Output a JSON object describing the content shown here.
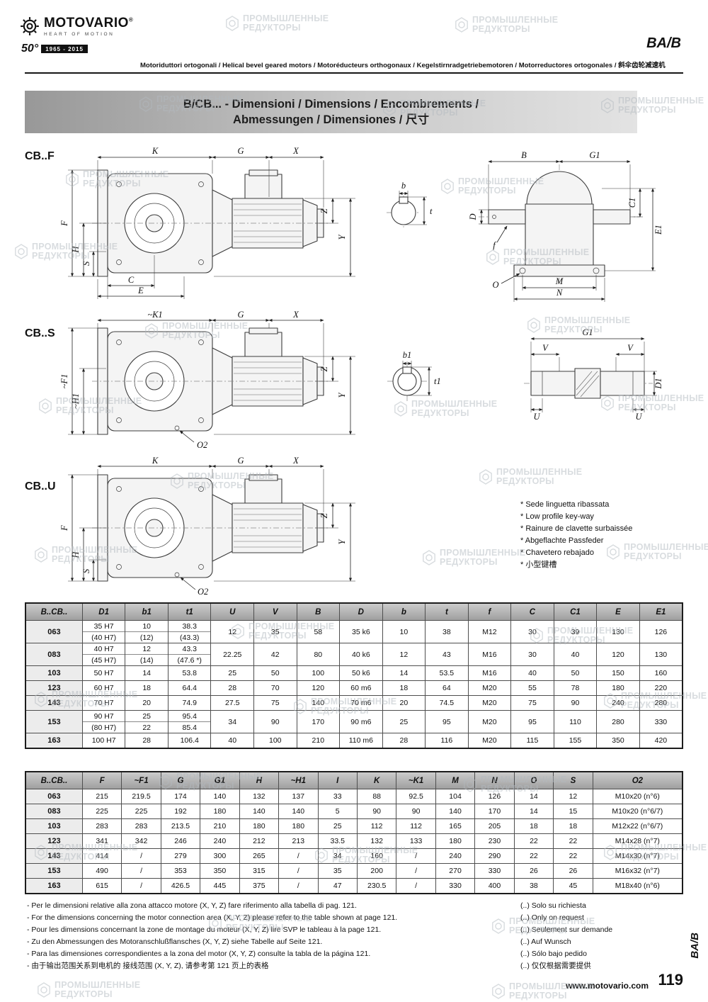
{
  "watermark": {
    "line1": "ПРОМЫШЛЕННЫЕ",
    "line2": "РЕДУКТОРЫ"
  },
  "header": {
    "brand": "MOTOVARIO",
    "brand_mark": "®",
    "brand_tagline": "HEART OF MOTION",
    "anniversary_badge": "50°",
    "anniversary_years": "1965 - 2015",
    "product_code": "BA/B",
    "subtitle": "Motoriduttori ortogonali / Helical bevel geared motors / Motoréducteurs orthogonaux / Kegelstirnradgetriebemotoren / Motorreductores ortogonales / 斜伞齿轮减速机"
  },
  "banner": {
    "line1": "B/CB... - Dimensioni / Dimensions / Encombrements /",
    "line2": "Abmessungen / Dimensiones / 尺寸"
  },
  "drawings": {
    "cbf": {
      "label": "CB..F",
      "dims": {
        "K": "K",
        "G": "G",
        "X": "X",
        "Y": "Y",
        "Z": "Z",
        "F": "F",
        "H": "H",
        "S": "S",
        "C": "C",
        "E": "E",
        "b": "b",
        "t": "t",
        "B": "B",
        "G1": "G1",
        "C1": "C1",
        "E1": "E1",
        "D": "D",
        "f": "f",
        "O": "O",
        "M": "M",
        "N": "N"
      }
    },
    "cbs": {
      "label": "CB..S",
      "dims": {
        "K1": "~K1",
        "G": "G",
        "X": "X",
        "Y": "Y",
        "Z": "Z",
        "F1": "~F1",
        "H1": "~H1",
        "O2": "O2",
        "b1": "b1",
        "t1": "t1",
        "G1": "G1",
        "V": "V",
        "U": "U",
        "D1": "D1"
      }
    },
    "cbu": {
      "label": "CB..U",
      "dims": {
        "K": "K",
        "G": "G",
        "X": "X",
        "Y": "Y",
        "Z": "Z",
        "F": "F",
        "H": "H",
        "S": "S",
        "O2": "O2"
      }
    }
  },
  "keyway_notes": [
    "* Sede linguetta ribassata",
    "* Low profile key-way",
    "* Rainure de clavette surbaissée",
    "* Abgeflachte Passfeder",
    "* Chavetero rebajado",
    "* 小型键槽"
  ],
  "table1": {
    "headers": [
      "B..CB..",
      "D1",
      "b1",
      "t1",
      "U",
      "V",
      "B",
      "D",
      "b",
      "t",
      "f",
      "C",
      "C1",
      "E",
      "E1"
    ],
    "rows": [
      {
        "label": "063",
        "cells": [
          [
            "35 H7",
            "(40 H7)"
          ],
          [
            "10",
            "(12)"
          ],
          [
            "38.3",
            "(43.3)"
          ],
          "12",
          "35",
          "58",
          "35 k6",
          "10",
          "38",
          "M12",
          "30",
          "39",
          "130",
          "126"
        ]
      },
      {
        "label": "083",
        "cells": [
          [
            "40 H7",
            "(45 H7)"
          ],
          [
            "12",
            "(14)"
          ],
          [
            "43.3",
            "(47.6 *)"
          ],
          "22.25",
          "42",
          "80",
          "40 k6",
          "12",
          "43",
          "M16",
          "30",
          "40",
          "120",
          "130"
        ]
      },
      {
        "label": "103",
        "cells": [
          "50 H7",
          "14",
          "53.8",
          "25",
          "50",
          "100",
          "50 k6",
          "14",
          "53.5",
          "M16",
          "40",
          "50",
          "150",
          "160"
        ]
      },
      {
        "label": "123",
        "cells": [
          "60 H7",
          "18",
          "64.4",
          "28",
          "70",
          "120",
          "60 m6",
          "18",
          "64",
          "M20",
          "55",
          "78",
          "180",
          "220"
        ]
      },
      {
        "label": "143",
        "cells": [
          "70 H7",
          "20",
          "74.9",
          "27.5",
          "75",
          "140",
          "70 m6",
          "20",
          "74.5",
          "M20",
          "75",
          "90",
          "240",
          "280"
        ]
      },
      {
        "label": "153",
        "cells": [
          [
            "90 H7",
            "(80 H7)"
          ],
          [
            "25",
            "22"
          ],
          [
            "95.4",
            "85.4"
          ],
          "34",
          "90",
          "170",
          "90 m6",
          "25",
          "95",
          "M20",
          "95",
          "110",
          "280",
          "330"
        ]
      },
      {
        "label": "163",
        "cells": [
          "100 H7",
          "28",
          "106.4",
          "40",
          "100",
          "210",
          "110 m6",
          "28",
          "116",
          "M20",
          "115",
          "155",
          "350",
          "420"
        ]
      }
    ]
  },
  "table2": {
    "headers": [
      "B..CB..",
      "F",
      "~F1",
      "G",
      "G1",
      "H",
      "~H1",
      "I",
      "K",
      "~K1",
      "M",
      "N",
      "O",
      "S",
      "O2"
    ],
    "rows": [
      {
        "label": "063",
        "cells": [
          "215",
          "219.5",
          "174",
          "140",
          "132",
          "137",
          "33",
          "88",
          "92.5",
          "104",
          "126",
          "14",
          "12",
          "M10x20 (n°6)"
        ]
      },
      {
        "label": "083",
        "cells": [
          "225",
          "225",
          "192",
          "180",
          "140",
          "140",
          "5",
          "90",
          "90",
          "140",
          "170",
          "14",
          "15",
          "M10x20 (n°6/7)"
        ]
      },
      {
        "label": "103",
        "cells": [
          "283",
          "283",
          "213.5",
          "210",
          "180",
          "180",
          "25",
          "112",
          "112",
          "165",
          "205",
          "18",
          "18",
          "M12x22 (n°6/7)"
        ]
      },
      {
        "label": "123",
        "cells": [
          "341",
          "342",
          "246",
          "240",
          "212",
          "213",
          "33.5",
          "132",
          "133",
          "180",
          "230",
          "22",
          "22",
          "M14x28 (n°7)"
        ]
      },
      {
        "label": "143",
        "cells": [
          "414",
          "/",
          "279",
          "300",
          "265",
          "/",
          "34",
          "160",
          "/",
          "240",
          "290",
          "22",
          "22",
          "M14x30 (n°7)"
        ]
      },
      {
        "label": "153",
        "cells": [
          "490",
          "/",
          "353",
          "350",
          "315",
          "/",
          "35",
          "200",
          "/",
          "270",
          "330",
          "26",
          "26",
          "M16x32 (n°7)"
        ]
      },
      {
        "label": "163",
        "cells": [
          "615",
          "/",
          "426.5",
          "445",
          "375",
          "/",
          "47",
          "230.5",
          "/",
          "330",
          "400",
          "38",
          "45",
          "M18x40 (n°6)"
        ]
      }
    ]
  },
  "footnotes": {
    "left": [
      "- Per le dimensioni relative alla zona attacco motore (X, Y, Z) fare riferimento alla tabella di pag. 121.",
      "- For the dimensions concerning the motor connection area (X, Y, Z) please refer to the table shown at page 121.",
      "- Pour les dimensions concernant la zone de montage du  moteur (X, Y, Z) lire SVP le tableau à la page 121.",
      "- Zu den Abmessungen des Motoranschlußflansches  (X, Y, Z) siehe Tabelle auf Seite 121.",
      "- Para las dimensiones correspondientes a la zona del motor (X, Y, Z) consulte la tabla de la página 121.",
      "- 由于输出范围关系到电机的 接线范围 (X, Y, Z), 请参考第 121 页上的表格"
    ],
    "right": [
      "(..) Solo su richiesta",
      "(..) Only on request",
      "(..) Seulement sur demande",
      "(..) Auf Wunsch",
      "(..) Sólo bajo pedido",
      "(..) 仅仅根据需要提供"
    ]
  },
  "footer": {
    "website": "www.motovario.com",
    "page_number": "119",
    "side_label": "BA/B"
  }
}
